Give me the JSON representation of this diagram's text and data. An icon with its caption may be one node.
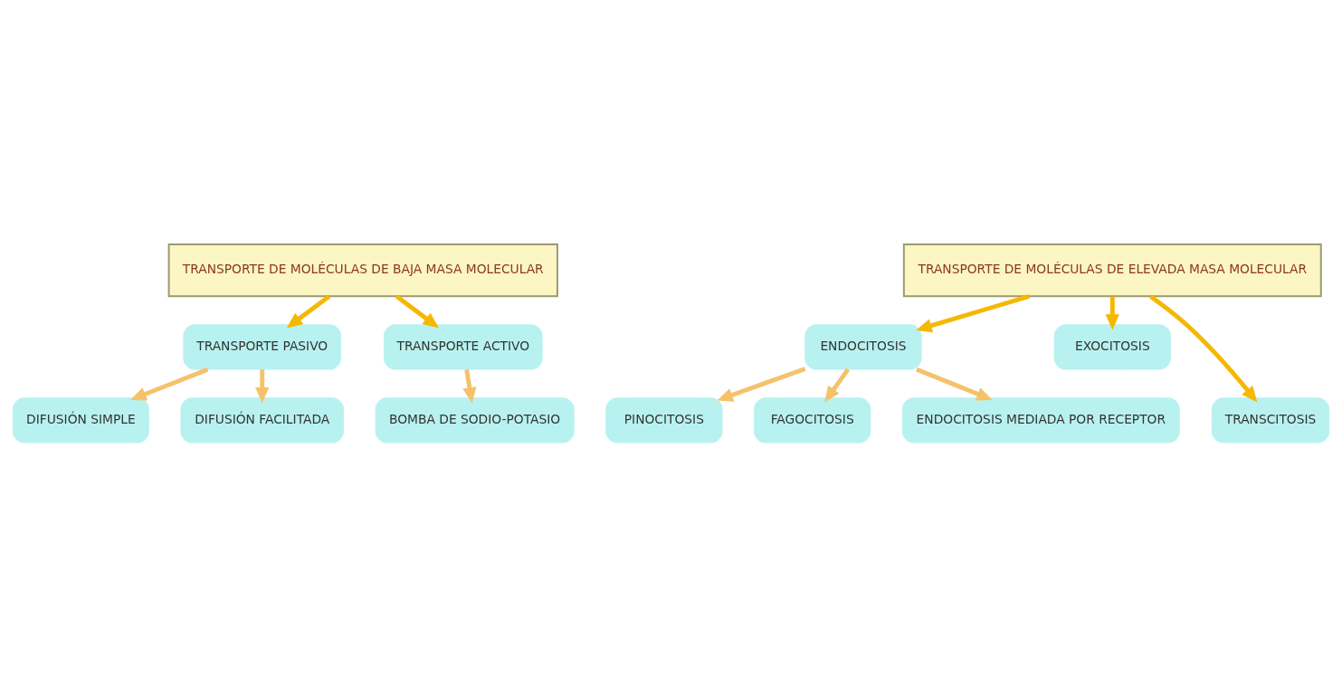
{
  "diagram": {
    "nodes": [
      {
        "text": [
          "TRANSPORTE DE MOLÉCULAS DE BAJA MASA MOLECULAR"
        ]
      },
      {
        "text": [
          "TRANSPORTE DE MOLÉCULAS DE ELEVADA MASA MOLECULAR"
        ]
      },
      {
        "text": [
          "TRANSPORTE PASIVO"
        ]
      },
      {
        "text": [
          "TRANSPORTE ACTIVO"
        ]
      },
      {
        "text": [
          "ENDOCITOSIS"
        ]
      },
      {
        "text": [
          "EXOCITOSIS"
        ]
      },
      {
        "text": [
          "DIFUSIÓN SIMPLE"
        ]
      },
      {
        "text": [
          "BOMBA DE SODIO-POTASIO"
        ]
      },
      {
        "text": [
          "TRANSCITOSIS"
        ]
      },
      {
        "text": [
          "DIFUSIÓN FACILITADA"
        ]
      },
      {
        "text": [
          "PINOCITOSIS"
        ]
      },
      {
        "text": [
          "FAGOCITOSIS"
        ]
      },
      {
        "text": [
          "ENDOCITOSIS MEDIADA POR RECEPTOR"
        ]
      }
    ],
    "edges": [
      {
        "from": 0,
        "to": 2,
        "arrow": "to",
        "color": "#f5b800"
      },
      {
        "from": 0,
        "to": 3,
        "arrow": "to",
        "color": "#f5b800"
      },
      {
        "from": 1,
        "to": 4,
        "arrow": "to",
        "color": "#f5b800"
      },
      {
        "from": 1,
        "to": 5,
        "arrow": "to",
        "color": "#f5b800"
      },
      {
        "from": 1,
        "to": 8,
        "arrow": "to",
        "color": "#f5b800"
      },
      {
        "from": 2,
        "to": 6,
        "arrow": "to",
        "color": "#f5c26b"
      },
      {
        "from": 2,
        "to": 9,
        "arrow": "to",
        "color": "#f5c26b"
      },
      {
        "from": 3,
        "to": 7,
        "arrow": "to",
        "color": "#f5c26b"
      },
      {
        "from": 4,
        "to": 10,
        "arrow": "to",
        "color": "#f5c26b"
      },
      {
        "from": 4,
        "to": 11,
        "arrow": "to",
        "color": "#f5c26b"
      },
      {
        "from": 4,
        "to": 12,
        "arrow": "to",
        "color": "#f5c26b"
      }
    ]
  }
}
